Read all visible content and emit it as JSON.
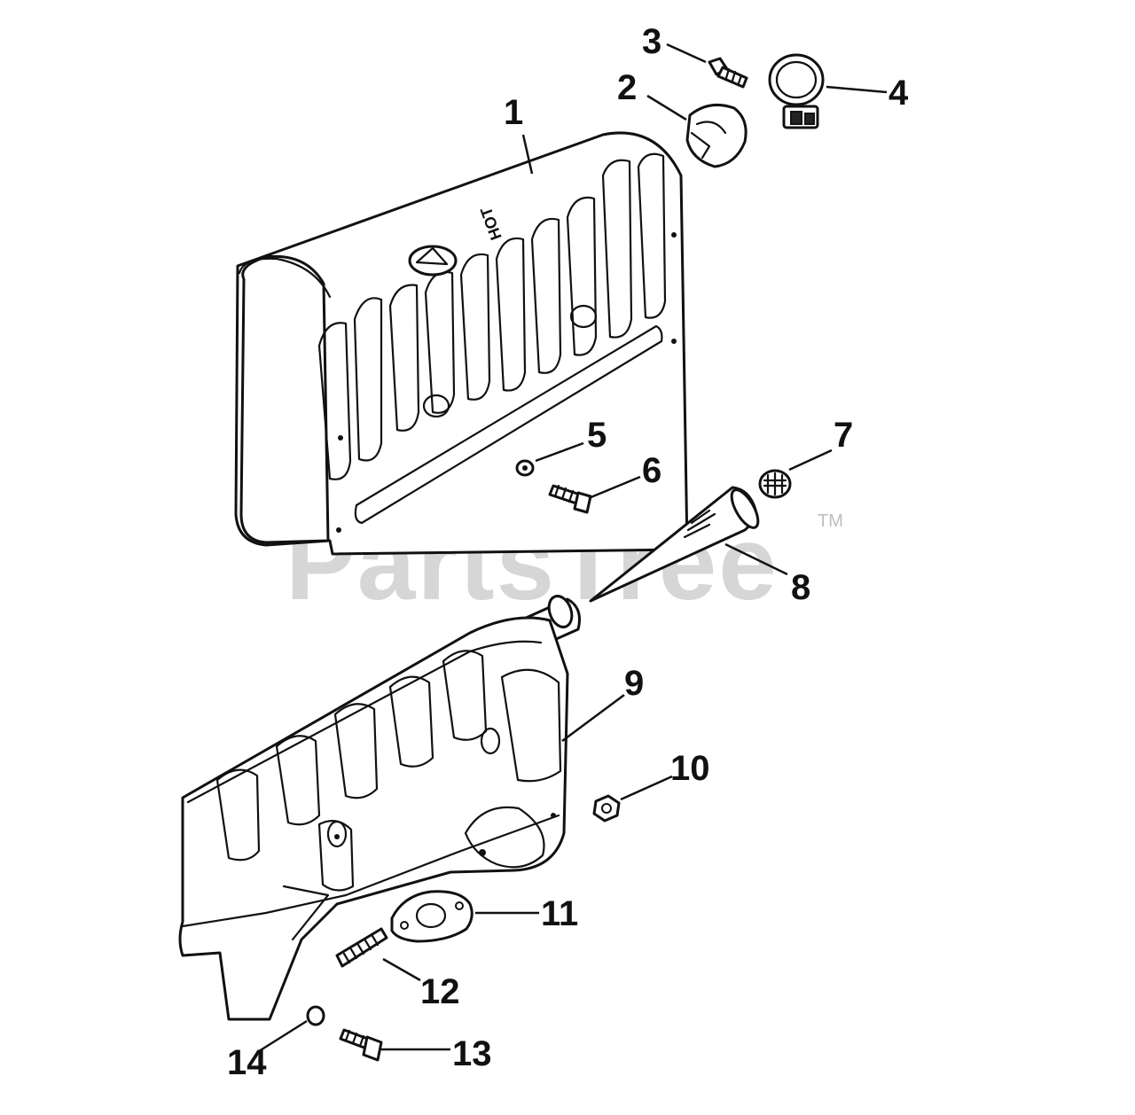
{
  "watermark": {
    "text": "PartsTree",
    "trademark": "TM"
  },
  "heat_shield_marking": "HOT",
  "callouts": [
    {
      "id": "1",
      "label": "1"
    },
    {
      "id": "2",
      "label": "2"
    },
    {
      "id": "3",
      "label": "3"
    },
    {
      "id": "4",
      "label": "4"
    },
    {
      "id": "5",
      "label": "5"
    },
    {
      "id": "6",
      "label": "6"
    },
    {
      "id": "7",
      "label": "7"
    },
    {
      "id": "8",
      "label": "8"
    },
    {
      "id": "9",
      "label": "9"
    },
    {
      "id": "10",
      "label": "10"
    },
    {
      "id": "11",
      "label": "11"
    },
    {
      "id": "12",
      "label": "12"
    },
    {
      "id": "13",
      "label": "13"
    },
    {
      "id": "14",
      "label": "14"
    }
  ]
}
